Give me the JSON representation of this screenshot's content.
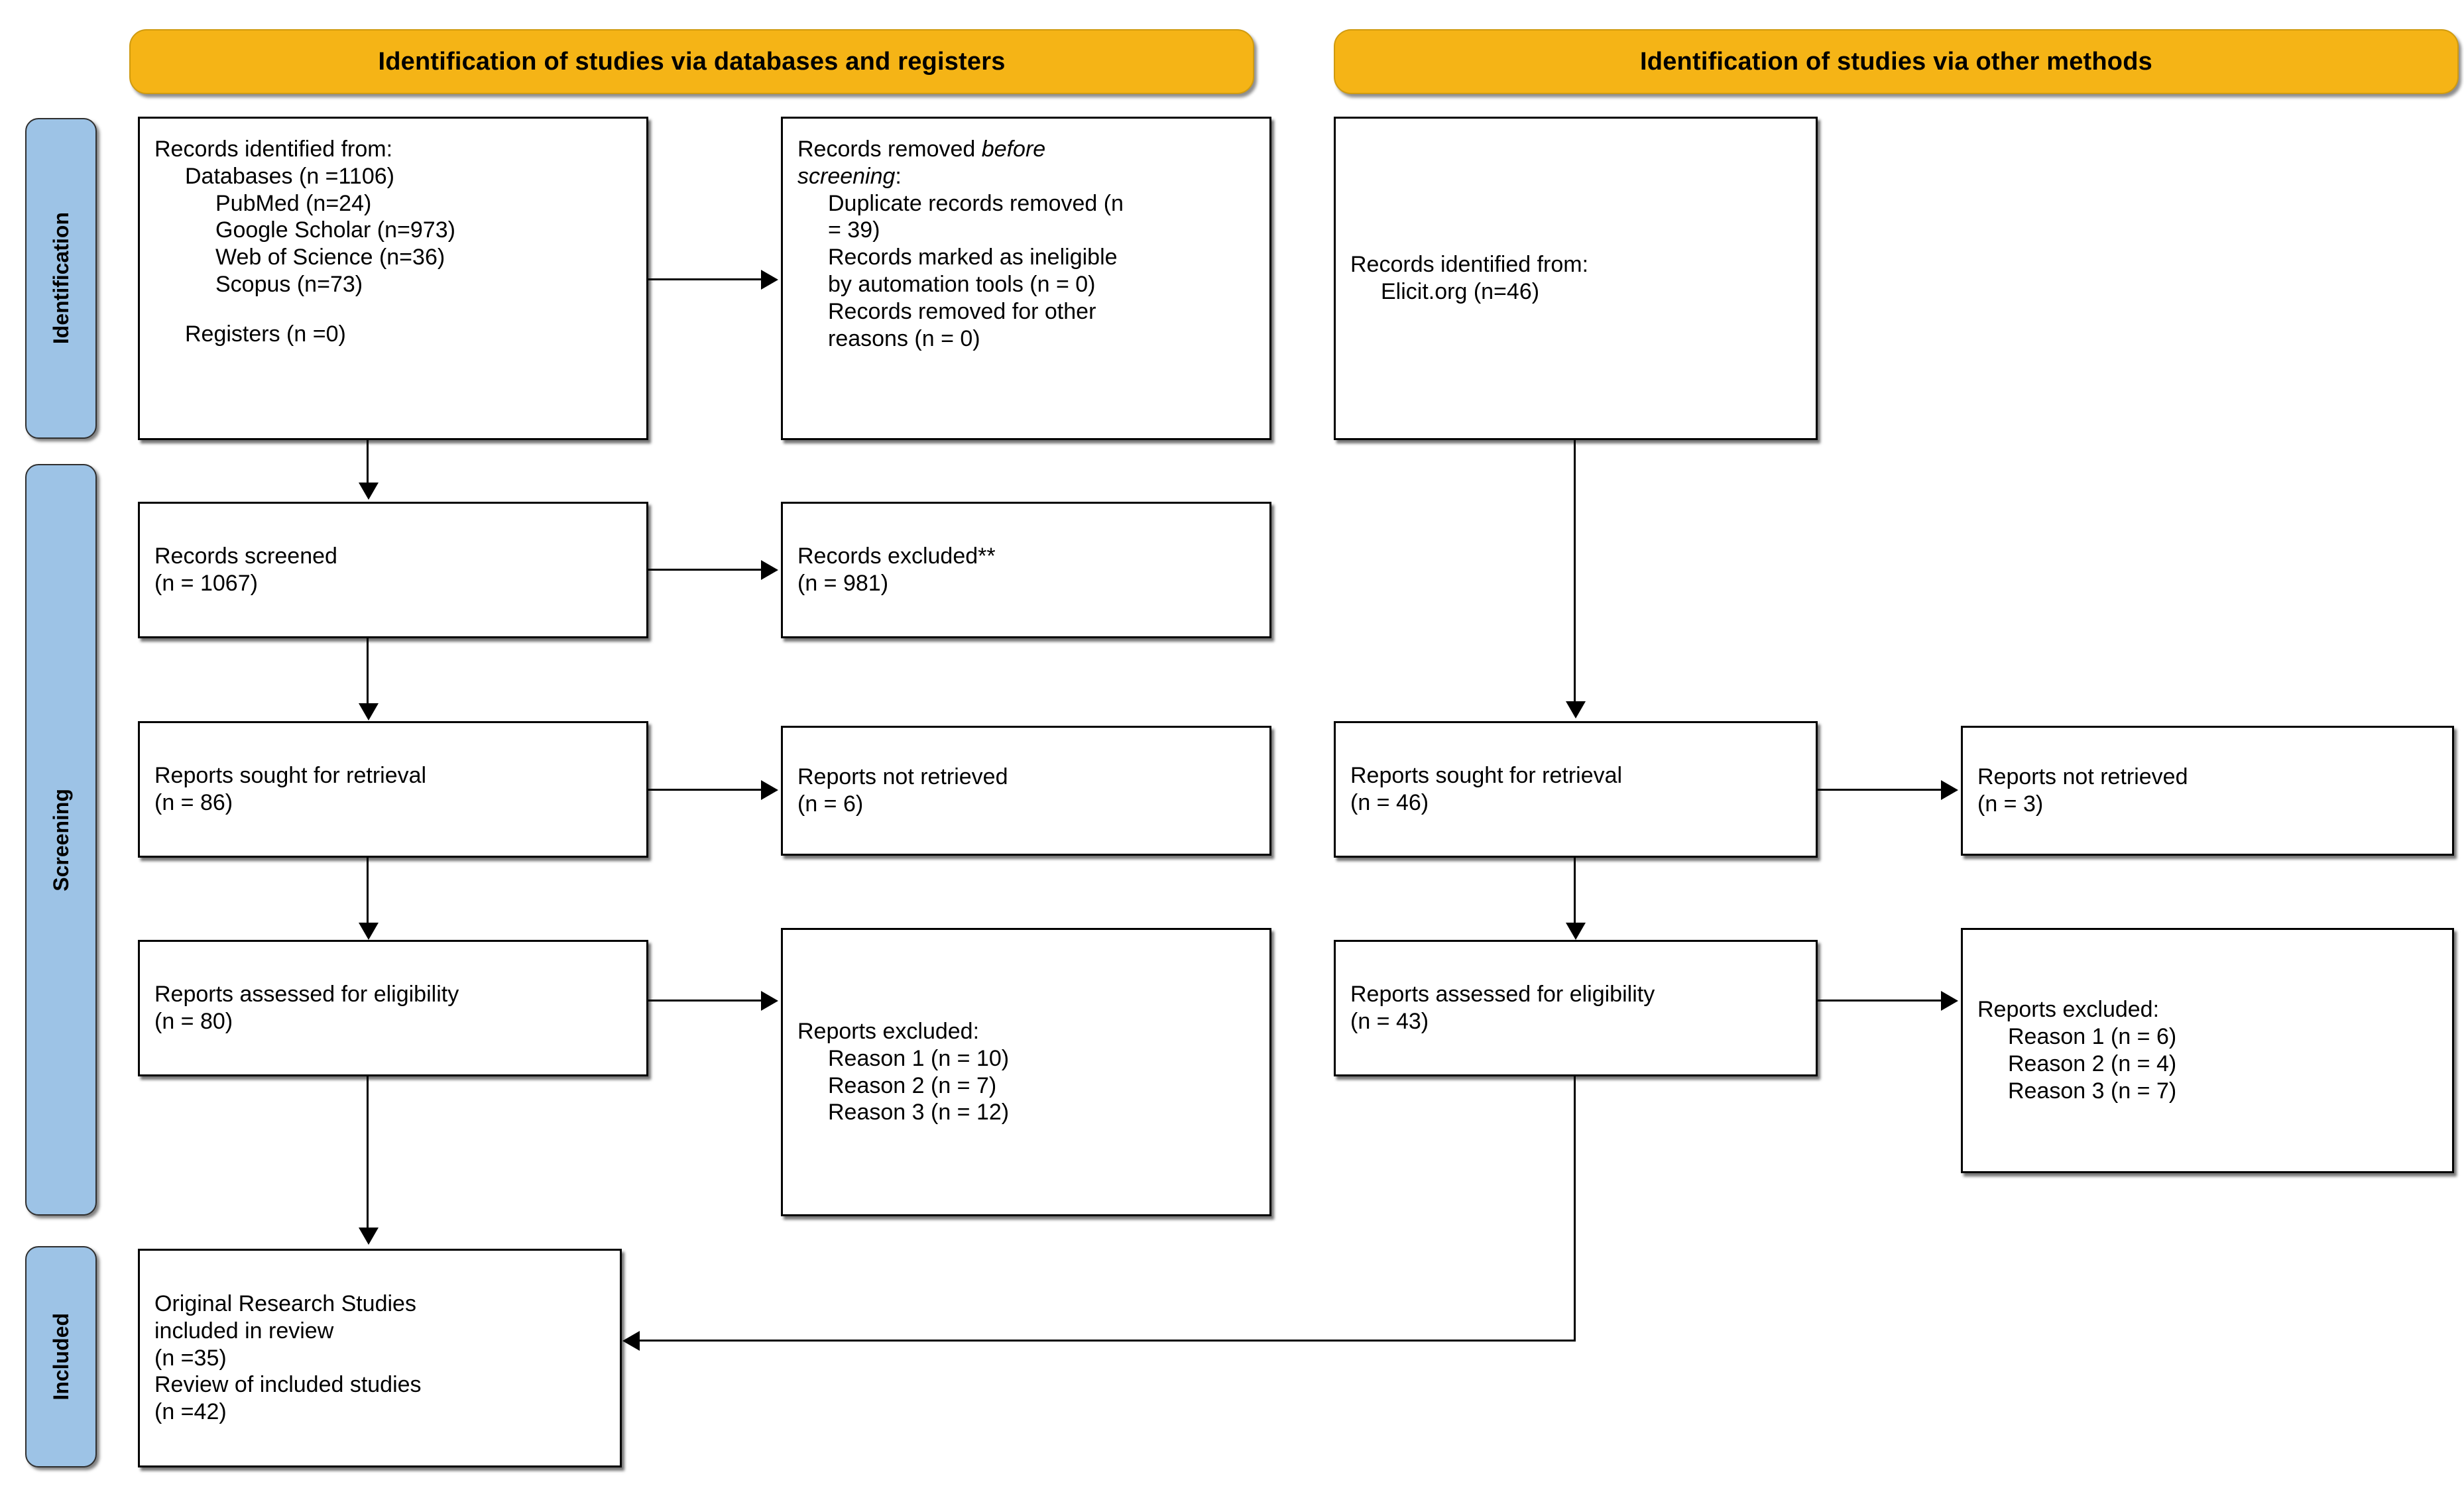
{
  "banners": {
    "left": "Identification of studies via databases and registers",
    "right": "Identification of studies via other methods",
    "color": "#F5B416"
  },
  "stages": {
    "identification": "Identification",
    "screening": "Screening",
    "included": "Included",
    "color": "#9DC3E6"
  },
  "nodes": {
    "records_identified": {
      "l1": "Records identified from:",
      "l2": "Databases (n =1106)",
      "l3": "PubMed (n=24)",
      "l4": "Google Scholar (n=973)",
      "l5": "Web of Science (n=36)",
      "l6": "Scopus (n=73)",
      "l7": "Registers (n =0)"
    },
    "records_removed": {
      "l1a": "Records removed ",
      "l1b": "before",
      "l2a": "screening",
      "l2b": ":",
      "l3": "Duplicate records removed (n",
      "l4": "= 39)",
      "l5": "Records marked as ineligible",
      "l6": "by automation tools (n = 0)",
      "l7": "Records removed for other",
      "l8": "reasons (n = 0)"
    },
    "records_screened": {
      "l1": "Records screened",
      "l2": "(n = 1067)"
    },
    "records_excluded": {
      "l1": "Records excluded**",
      "l2": "(n = 981)"
    },
    "reports_sought_left": {
      "l1": "Reports sought for retrieval",
      "l2": "(n = 86)"
    },
    "reports_not_retrieved_left": {
      "l1": "Reports not retrieved",
      "l2": "(n = 6)"
    },
    "reports_assessed_left": {
      "l1": "Reports assessed for eligibility",
      "l2": "(n = 80)"
    },
    "reports_excluded_left": {
      "l1": "Reports excluded:",
      "l2": "Reason 1 (n = 10)",
      "l3": "Reason 2 (n = 7)",
      "l4": "Reason 3 (n = 12)"
    },
    "included_studies": {
      "l1": "Original Research Studies",
      "l2": "included in review",
      "l3": "(n =35)",
      "l4": "Review of included studies",
      "l5": "(n =42)"
    },
    "records_identified_other": {
      "l1": "Records identified from:",
      "l2": "Elicit.org (n=46)"
    },
    "reports_sought_right": {
      "l1": "Reports sought for retrieval",
      "l2": "(n = 46)"
    },
    "reports_not_retrieved_right": {
      "l1": "Reports not retrieved",
      "l2": "(n = 3)"
    },
    "reports_assessed_right": {
      "l1": "Reports assessed for eligibility",
      "l2": "(n = 43)"
    },
    "reports_excluded_right": {
      "l1": "Reports excluded:",
      "l2": "Reason 1 (n = 6)",
      "l3": "Reason 2 (n = 4)",
      "l4": "Reason 3 (n = 7)"
    }
  }
}
